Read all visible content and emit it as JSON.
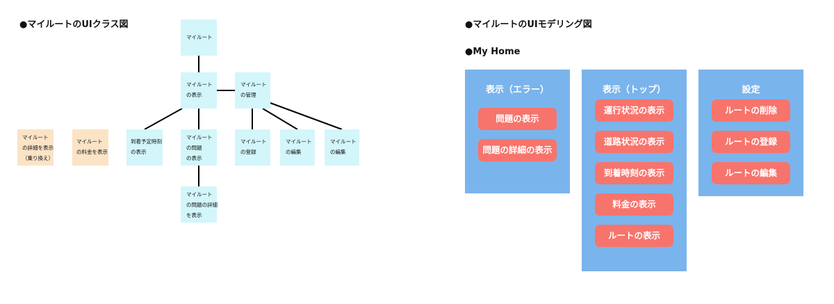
{
  "left_heading": "●マイルートのUIクラス図",
  "right_heading": "●マイルートのUIモデリング図",
  "subheading": "●My Home",
  "class_diagram": {
    "root": [
      "マイルート"
    ],
    "display": [
      "マイルート",
      "の表示"
    ],
    "manage": [
      "マイルート",
      "の管理"
    ],
    "detail_transfer": [
      "マイルート",
      "の詳細を表示",
      "（乗り換え）"
    ],
    "fare": [
      "マイルート",
      "の料金を表示"
    ],
    "eta": [
      "到着予定時刻",
      "の表示"
    ],
    "problem": [
      "マイルート",
      "の問題",
      "の表示"
    ],
    "register": [
      "マイルート",
      "の登録"
    ],
    "edit1": [
      "マイルート",
      "の編集"
    ],
    "edit2": [
      "マイルート",
      "の編集"
    ],
    "problem_detail": [
      "マイルート",
      "の問題の詳細",
      "を表示"
    ]
  },
  "modeling": {
    "panels": [
      {
        "title": "表示（エラー）",
        "items": [
          "問題の表示",
          "問題の詳細の表示"
        ]
      },
      {
        "title": "表示（トップ）",
        "items": [
          "運行状況の表示",
          "道路状況の表示",
          "到着時刻の表示",
          "料金の表示",
          "ルートの表示"
        ]
      },
      {
        "title": "設定",
        "items": [
          "ルートの削除",
          "ルートの登録",
          "ルートの編集"
        ]
      }
    ]
  }
}
